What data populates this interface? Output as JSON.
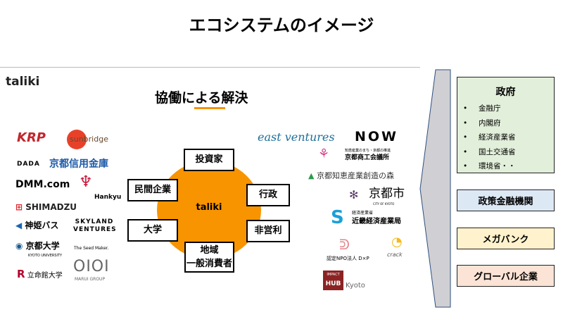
{
  "title": "エコシステムのイメージ",
  "brand": "taliki",
  "subtitle": "協働による解決",
  "center": "taliki",
  "stakeholders": [
    "投資家",
    "民間企業",
    "行政",
    "大学",
    "非営利",
    "地域",
    "一般消費者"
  ],
  "left_logos": [
    "KRP",
    "sunbridge",
    "DADA",
    "京都信用金庫",
    "DMM.com",
    "Hankyu",
    "SHIMADZU",
    "神姫バス",
    "SKYLAND VENTURES",
    "The Seed Maker.",
    "京都大学",
    "KYOTO UNIVERSITY",
    "立命館大学",
    "OIOI",
    "MARUI GROUP"
  ],
  "right_logos": [
    "east ventures",
    "NOW",
    "知恵産業のまち・京都の推進",
    "京都商工会議所",
    "京都知恵産業創造の森",
    "京都市",
    "CITY OF KYOTO",
    "経済産業省",
    "近畿経済産業局",
    "認定NPO法人 D×P",
    "crack",
    "IMPACT",
    "HUB",
    "Kyoto"
  ],
  "government": {
    "title": "政府",
    "items": [
      "金融庁",
      "内閣府",
      "経済産業省",
      "国土交通省",
      "環境省・・"
    ]
  },
  "categories": [
    "政策金融機関",
    "メガバンク",
    "グローバル企業"
  ],
  "colors": {
    "orange": "#f79400",
    "gov": "#e2efda",
    "policy": "#dde8f5",
    "mega": "#fff2cc",
    "global": "#fbe4d5"
  }
}
